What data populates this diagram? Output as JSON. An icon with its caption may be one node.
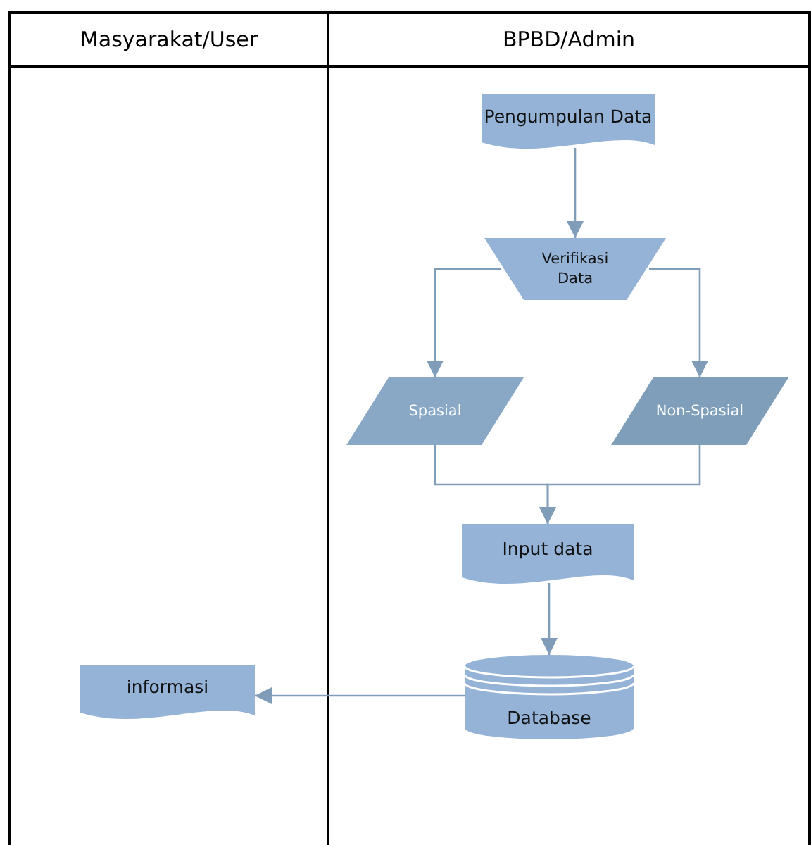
{
  "diagram": {
    "nodes": [
      {
        "text": [
          "Masyarakat/User"
        ]
      },
      {
        "text": [
          "BPBD/Admin"
        ]
      },
      {
        "text": [
          "Pengumpulan Data"
        ],
        "in": 1
      },
      {
        "text": [
          "Verifikasi Data"
        ],
        "in": 1
      },
      {
        "text": [
          "Spasial"
        ],
        "in": 1
      },
      {
        "text": [
          "Non-Spasial"
        ],
        "in": 1
      },
      {
        "text": [
          "Input data"
        ],
        "in": 1
      },
      {
        "text": [
          "Database"
        ],
        "in": 1
      },
      {
        "text": [
          "informasi"
        ],
        "in": 0
      }
    ],
    "edges": [
      {
        "from": 2,
        "to": 3,
        "arrow": "to"
      },
      {
        "from": 3,
        "to": 4,
        "arrow": "to"
      },
      {
        "from": 3,
        "to": 5,
        "arrow": "to"
      },
      {
        "from": 4,
        "to": 6,
        "arrow": "to"
      },
      {
        "from": 5,
        "to": 6,
        "arrow": "to"
      },
      {
        "from": 6,
        "to": 7,
        "arrow": "to"
      },
      {
        "from": 7,
        "to": 8,
        "arrow": "to"
      }
    ]
  }
}
